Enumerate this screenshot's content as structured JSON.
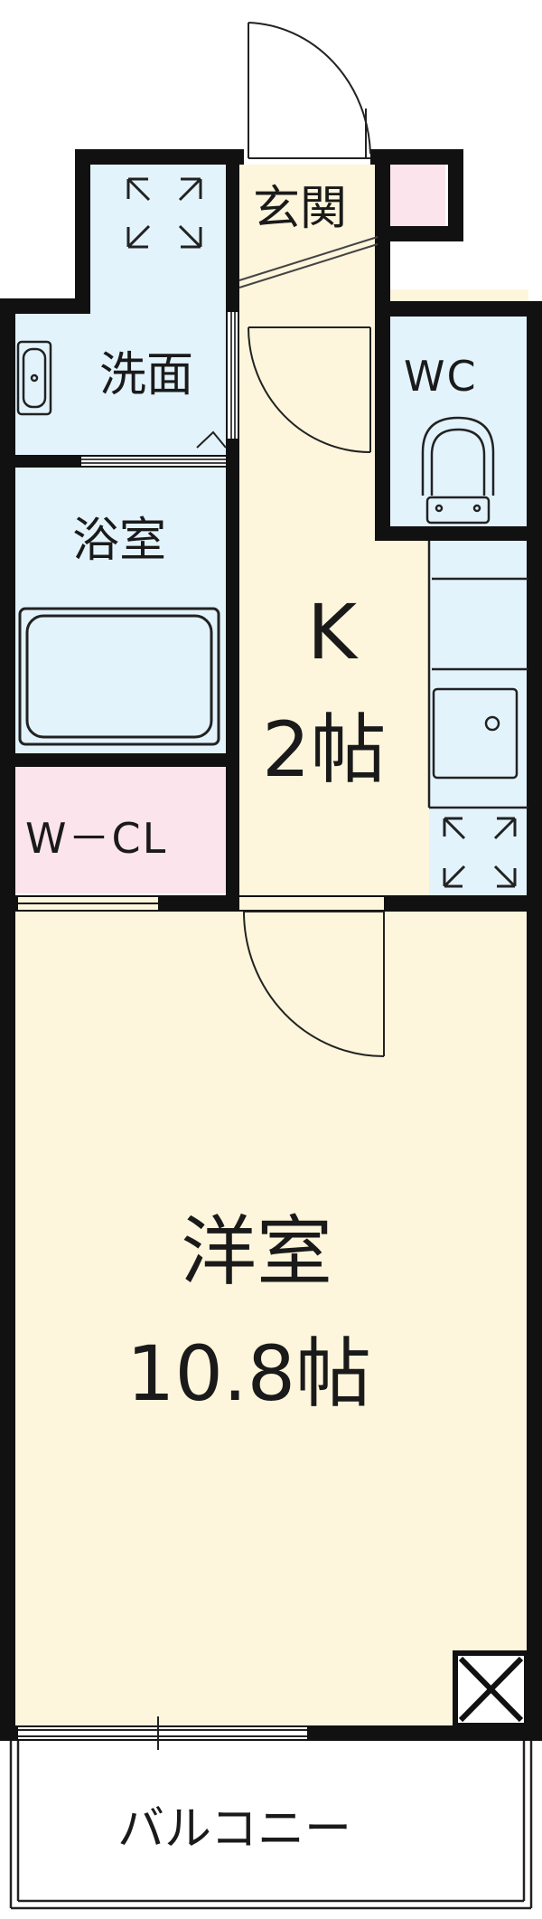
{
  "rooms": {
    "entrance": "玄関",
    "washroom": "洗面",
    "wc": "WC",
    "bath": "浴室",
    "kitchen_name": "K",
    "kitchen_size": "2帖",
    "wcl": "W－CL",
    "western_name": "洋室",
    "western_size": "10.8帖",
    "balcony": "バルコニー"
  },
  "colors": {
    "wall": "#111111",
    "wet_area": "#e3f3fc",
    "living": "#fdf6dc",
    "storage": "#fce4ec",
    "balcony": "#ffffff"
  }
}
